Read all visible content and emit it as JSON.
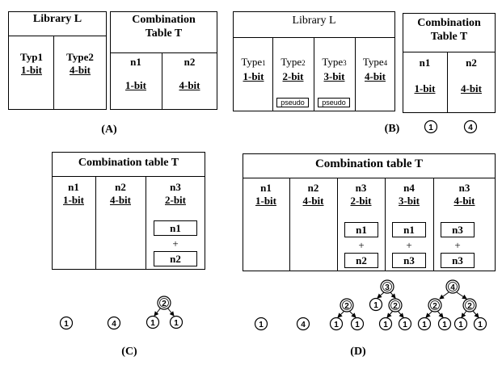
{
  "panelA": {
    "library": {
      "title": "Library L",
      "types": [
        {
          "name": "Typ1",
          "bits": "1-bit"
        },
        {
          "name": "Type2",
          "bits": "4-bit"
        }
      ]
    },
    "table": {
      "title_line1": "Combination",
      "title_line2": "Table T",
      "cols": [
        {
          "name": "n1",
          "bits": "1-bit"
        },
        {
          "name": "n2",
          "bits": "4-bit"
        }
      ]
    },
    "caption": "(A)"
  },
  "panelB": {
    "library": {
      "title": "Library L",
      "types": [
        {
          "name": "Type",
          "sub": "1",
          "bits": "1-bit",
          "tag": ""
        },
        {
          "name": "Type",
          "sub": "2",
          "bits": "2-bit",
          "tag": "pseudo"
        },
        {
          "name": "Type",
          "sub": "3",
          "bits": "3-bit",
          "tag": "pseudo"
        },
        {
          "name": "Type",
          "sub": "4",
          "bits": "4-bit",
          "tag": ""
        }
      ]
    },
    "table": {
      "title_line1": "Combination",
      "title_line2": "Table T",
      "cols": [
        {
          "name": "n1",
          "bits": "1-bit"
        },
        {
          "name": "n2",
          "bits": "4-bit"
        }
      ]
    },
    "nodes": [
      "1",
      "4"
    ],
    "caption": "(B)"
  },
  "panelC": {
    "table": {
      "title": "Combination table T",
      "cols": [
        {
          "name": "n1",
          "bits": "1-bit"
        },
        {
          "name": "n2",
          "bits": "4-bit"
        },
        {
          "name": "n3",
          "bits": "2-bit"
        }
      ],
      "combo": {
        "a": "n1",
        "op": "+",
        "b": "n2"
      }
    },
    "nodes": [
      "1",
      "4"
    ],
    "tree": {
      "root": "2",
      "children": [
        "1",
        "1"
      ]
    },
    "caption": "(C)"
  },
  "panelD": {
    "table": {
      "title": "Combination table T",
      "cols": [
        {
          "name": "n1",
          "bits": "1-bit"
        },
        {
          "name": "n2",
          "bits": "4-bit"
        },
        {
          "name": "n3",
          "bits": "2-bit"
        },
        {
          "name": "n4",
          "bits": "3-bit"
        },
        {
          "name": "n3",
          "bits": "4-bit"
        }
      ],
      "combos": [
        {
          "a": "n1",
          "op": "+",
          "b": "n2"
        },
        {
          "a": "n1",
          "op": "+",
          "b": "n3"
        },
        {
          "a": "n3",
          "op": "+",
          "b": "n3"
        }
      ]
    },
    "nodes": [
      "1",
      "4"
    ],
    "trees": {
      "t2": {
        "root": "2",
        "children": [
          "1",
          "1"
        ]
      },
      "t3": {
        "root": "3",
        "left": "1",
        "right": "2",
        "right_children": [
          "1",
          "1"
        ]
      },
      "t4": {
        "root": "4",
        "left": "2",
        "right": "2",
        "left_children": [
          "1",
          "1"
        ],
        "right_children": [
          "1",
          "1"
        ]
      }
    },
    "caption": "(D)"
  }
}
